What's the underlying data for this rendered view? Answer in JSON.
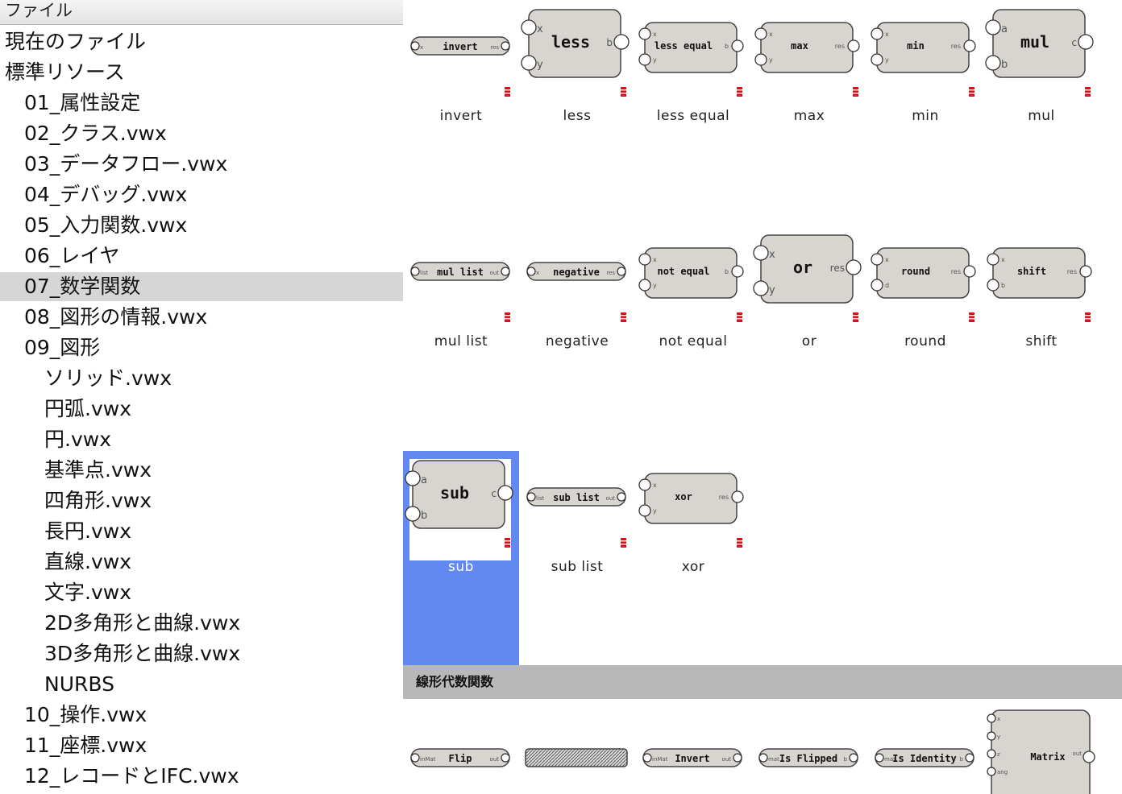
{
  "tree": {
    "header": "ファイル",
    "items": [
      {
        "label": "現在のファイル",
        "level": 0,
        "selected": false
      },
      {
        "label": "標準リソース",
        "level": 0,
        "selected": false
      },
      {
        "label": "01_属性設定",
        "level": 1,
        "selected": false
      },
      {
        "label": "02_クラス.vwx",
        "level": 1,
        "selected": false
      },
      {
        "label": "03_データフロー.vwx",
        "level": 1,
        "selected": false
      },
      {
        "label": "04_デバッグ.vwx",
        "level": 1,
        "selected": false
      },
      {
        "label": "05_入力関数.vwx",
        "level": 1,
        "selected": false
      },
      {
        "label": "06_レイヤ",
        "level": 1,
        "selected": false
      },
      {
        "label": "07_数学関数",
        "level": 1,
        "selected": true
      },
      {
        "label": "08_図形の情報.vwx",
        "level": 1,
        "selected": false
      },
      {
        "label": "09_図形",
        "level": 1,
        "selected": false
      },
      {
        "label": "ソリッド.vwx",
        "level": 2,
        "selected": false
      },
      {
        "label": "円弧.vwx",
        "level": 2,
        "selected": false
      },
      {
        "label": "円.vwx",
        "level": 2,
        "selected": false
      },
      {
        "label": "基準点.vwx",
        "level": 2,
        "selected": false
      },
      {
        "label": "四角形.vwx",
        "level": 2,
        "selected": false
      },
      {
        "label": "長円.vwx",
        "level": 2,
        "selected": false
      },
      {
        "label": "直線.vwx",
        "level": 2,
        "selected": false
      },
      {
        "label": "文字.vwx",
        "level": 2,
        "selected": false
      },
      {
        "label": "2D多角形と曲線.vwx",
        "level": 2,
        "selected": false
      },
      {
        "label": "3D多角形と曲線.vwx",
        "level": 2,
        "selected": false
      },
      {
        "label": "NURBS",
        "level": 2,
        "selected": false
      },
      {
        "label": "10_操作.vwx",
        "level": 1,
        "selected": false
      },
      {
        "label": "11_座標.vwx",
        "level": 1,
        "selected": false
      },
      {
        "label": "12_レコードとIFC.vwx",
        "level": 1,
        "selected": false
      }
    ]
  },
  "nodes": [
    {
      "label": "invert",
      "title": "invert",
      "shape": "bar",
      "inputs": [
        "x"
      ],
      "output": "res",
      "selected": false
    },
    {
      "label": "less",
      "title": "less",
      "shape": "box",
      "inputs": [
        "x",
        "y"
      ],
      "output": "b",
      "selected": false
    },
    {
      "label": "less equal",
      "title": "less equal",
      "shape": "flat",
      "inputs": [
        "x",
        "y"
      ],
      "output": "b",
      "selected": false
    },
    {
      "label": "max",
      "title": "max",
      "shape": "flat",
      "inputs": [
        "x",
        "y"
      ],
      "output": "res",
      "selected": false
    },
    {
      "label": "min",
      "title": "min",
      "shape": "flat",
      "inputs": [
        "x",
        "y"
      ],
      "output": "res",
      "selected": false
    },
    {
      "label": "mul",
      "title": "mul",
      "shape": "box",
      "inputs": [
        "a",
        "b"
      ],
      "output": "c",
      "selected": false
    },
    {
      "label": "mul list",
      "title": "mul list",
      "shape": "bar",
      "inputs": [
        "list"
      ],
      "output": "out",
      "selected": false
    },
    {
      "label": "negative",
      "title": "negative",
      "shape": "bar",
      "inputs": [
        "x"
      ],
      "output": "res",
      "selected": false
    },
    {
      "label": "not equal",
      "title": "not equal",
      "shape": "flat",
      "inputs": [
        "x",
        "y"
      ],
      "output": "b",
      "selected": false
    },
    {
      "label": "or",
      "title": "or",
      "shape": "box",
      "inputs": [
        "x",
        "y"
      ],
      "output": "res",
      "selected": false
    },
    {
      "label": "round",
      "title": "round",
      "shape": "flat",
      "inputs": [
        "x",
        "d"
      ],
      "output": "res",
      "selected": false
    },
    {
      "label": "shift",
      "title": "shift",
      "shape": "flat",
      "inputs": [
        "x",
        "b"
      ],
      "output": "res",
      "selected": false
    },
    {
      "label": "sub",
      "title": "sub",
      "shape": "box",
      "inputs": [
        "a",
        "b"
      ],
      "output": "c",
      "selected": true
    },
    {
      "label": "sub list",
      "title": "sub list",
      "shape": "bar",
      "inputs": [
        "list"
      ],
      "output": "out",
      "selected": false
    },
    {
      "label": "xor",
      "title": "xor",
      "shape": "flat",
      "inputs": [
        "x",
        "y"
      ],
      "output": "res",
      "selected": false
    }
  ],
  "section": {
    "title": "線形代数関数"
  },
  "linear_nodes": [
    {
      "title": "Flip",
      "shape": "bar",
      "inputs": [
        "inMat"
      ],
      "output": "out"
    },
    {
      "title": "",
      "shape": "hatched",
      "inputs": [],
      "output": ""
    },
    {
      "title": "Invert",
      "shape": "bar",
      "inputs": [
        "inMat"
      ],
      "output": "out"
    },
    {
      "title": "Is Flipped",
      "shape": "bar",
      "inputs": [
        "mat"
      ],
      "output": "b"
    },
    {
      "title": "Is Identity",
      "shape": "bar",
      "inputs": [
        "mat"
      ],
      "output": "b"
    },
    {
      "title": "Matrix",
      "shape": "tall",
      "inputs": [
        "x",
        "y",
        "z",
        "ang"
      ],
      "output": "out"
    }
  ],
  "colors": {
    "selection": "#6288f2",
    "tree_selection": "#d6d6d6",
    "node_body": "#d8d4d0",
    "section_bar": "#b8b8b8",
    "marker_red": "#d4141c"
  }
}
